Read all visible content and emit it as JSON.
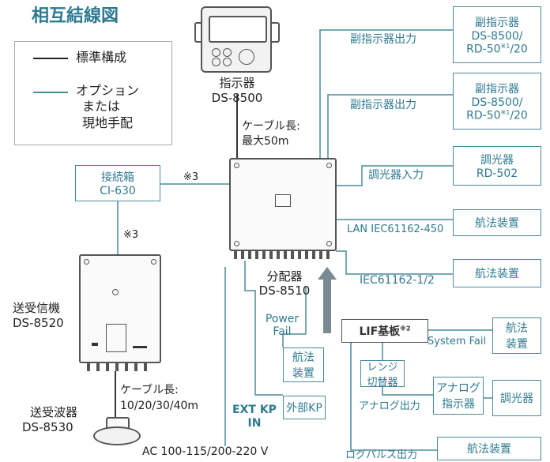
{
  "title": "相互結線図",
  "legend": {
    "standard": "標準構成",
    "option_line1": "オプション",
    "option_line2": "または",
    "option_line3": "現地手配"
  },
  "display_unit": {
    "label": "指示器",
    "model": "DS-8500"
  },
  "cable_top": {
    "line1": "ケーブル長:",
    "line2": "最大50m"
  },
  "remote_display_1": {
    "connection": "副指示器出力",
    "name": "副指示器",
    "model": "DS-8500/",
    "model2": "RD-50",
    "note": "※1",
    "model2_suffix": "/20"
  },
  "remote_display_2": {
    "connection": "副指示器出力",
    "name": "副指示器",
    "model": "DS-8500/",
    "model2": "RD-50",
    "note": "※1",
    "model2_suffix": "/20"
  },
  "dimmer_1": {
    "connection": "調光器入力",
    "name": "調光器",
    "model": "RD-502"
  },
  "nav_lan": {
    "connection": "LAN IEC61162-450",
    "name": "航法装置"
  },
  "nav_iec": {
    "connection": "IEC61162-1/2",
    "name": "航法装置"
  },
  "junction_box": {
    "name": "接続箱",
    "model": "CI-630"
  },
  "note3": "※3",
  "distributor": {
    "name": "分配器",
    "model": "DS-8510"
  },
  "transceiver": {
    "name": "送受信機",
    "model": "DS-8520"
  },
  "transducer": {
    "name": "送受波器",
    "model": "DS-8530"
  },
  "cable_bottom": {
    "line1": "ケーブル長:",
    "line2": "10/20/30/40m"
  },
  "power_fail": {
    "line1": "Power",
    "line2": "Fail"
  },
  "nav_pf": {
    "line1": "航法",
    "line2": "装置"
  },
  "ext_kp": {
    "line1": "EXT KP",
    "line2": "IN",
    "box": "外部KP"
  },
  "lif_board": {
    "name": "LIF基板",
    "note": "※2"
  },
  "system_fail": "System Fail",
  "nav_sf": {
    "line1": "航法",
    "line2": "装置"
  },
  "range_switch": {
    "line1": "レンジ",
    "line2": "切替器"
  },
  "analog_output": "アナログ出力",
  "analog_indicator": {
    "line1": "アナログ",
    "line2": "指示器"
  },
  "dimmer_2": "調光器",
  "ac_power": "AC 100-115/200-220 V",
  "log_pulse": {
    "connection": "ログパルス出力",
    "name": "航法装置"
  }
}
